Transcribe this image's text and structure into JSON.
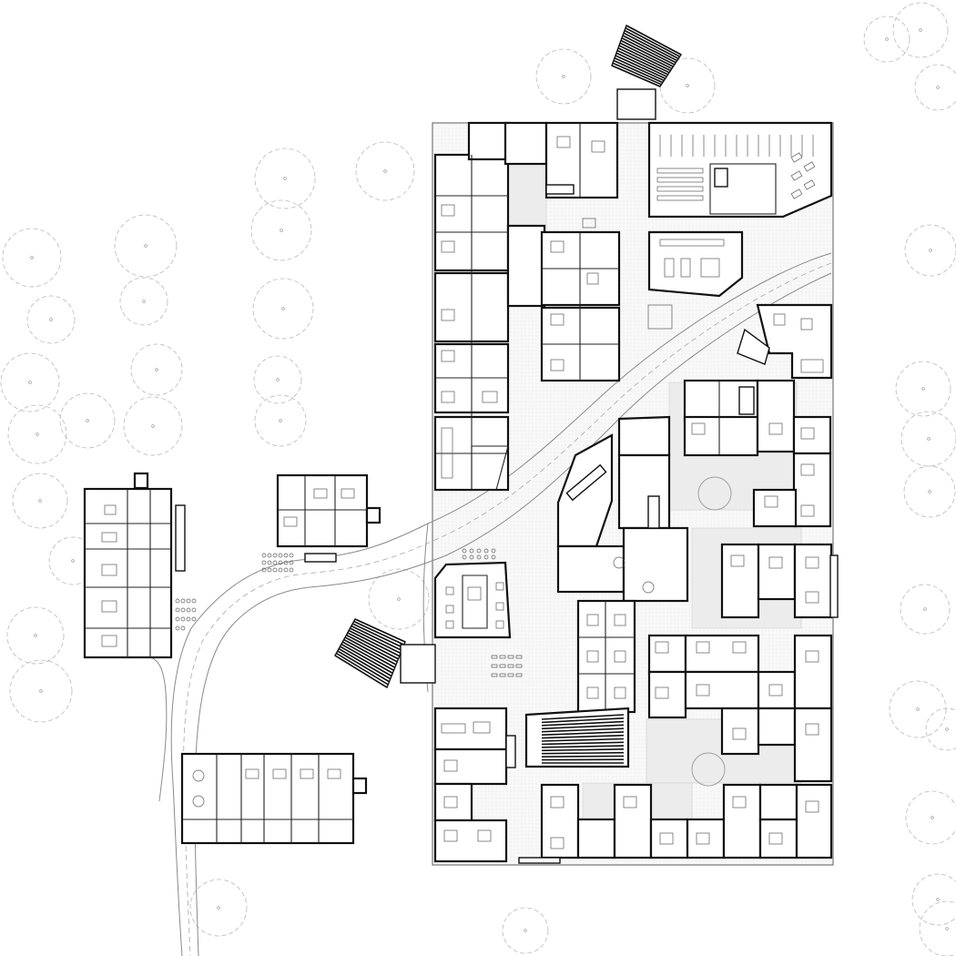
{
  "drawing": {
    "type": "site plan",
    "colors": {
      "background": "#ffffff",
      "walls": "#111111",
      "furniture": "#5a5a5a",
      "trees": "#b9b9b9",
      "paving": "#ececec"
    },
    "trees": [
      [
        619,
        84,
        30
      ],
      [
        755,
        94,
        30
      ],
      [
        313,
        196,
        33
      ],
      [
        423,
        188,
        32
      ],
      [
        160,
        270,
        34
      ],
      [
        309,
        253,
        33
      ],
      [
        35,
        283,
        32
      ],
      [
        311,
        339,
        33
      ],
      [
        158,
        331,
        26
      ],
      [
        56,
        351,
        26
      ],
      [
        172,
        406,
        28
      ],
      [
        33,
        420,
        32
      ],
      [
        305,
        417,
        26
      ],
      [
        96,
        462,
        30
      ],
      [
        168,
        468,
        32
      ],
      [
        308,
        462,
        28
      ],
      [
        41,
        477,
        32
      ],
      [
        44,
        550,
        30
      ],
      [
        80,
        616,
        26
      ],
      [
        39,
        698,
        31
      ],
      [
        45,
        759,
        34
      ],
      [
        1011,
        33,
        30
      ],
      [
        1030,
        96,
        25
      ],
      [
        1022,
        275,
        28
      ],
      [
        1014,
        427,
        30
      ],
      [
        1020,
        482,
        30
      ],
      [
        1021,
        540,
        28
      ],
      [
        1016,
        669,
        27
      ],
      [
        1008,
        779,
        31
      ],
      [
        1040,
        801,
        23
      ],
      [
        1024,
        898,
        29
      ],
      [
        1030,
        988,
        28
      ],
      [
        438,
        658,
        33
      ],
      [
        240,
        997,
        31
      ],
      [
        577,
        1022,
        25
      ],
      [
        974,
        43,
        25
      ],
      [
        1040,
        1020,
        30
      ]
    ],
    "courtyard_circles": [
      [
        785,
        542,
        18
      ],
      [
        778,
        845,
        18
      ]
    ]
  }
}
